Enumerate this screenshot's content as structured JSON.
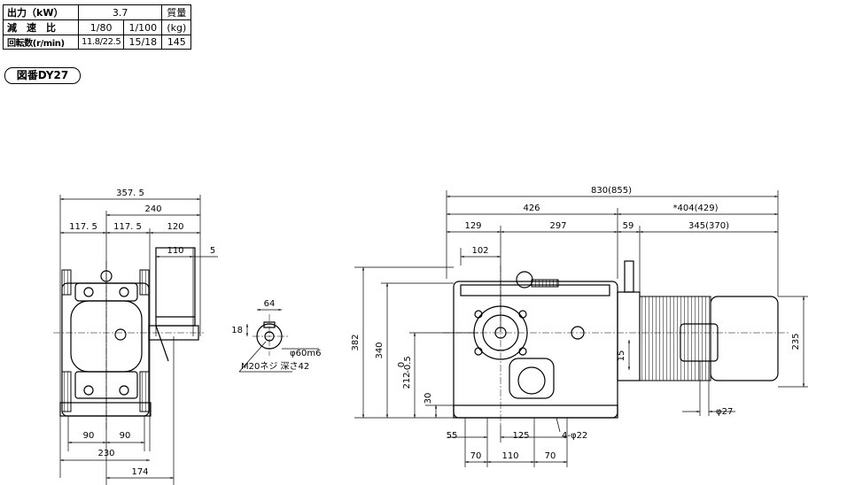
{
  "spec_table": {
    "row1": {
      "label": "出力（kW）",
      "value": "3.7",
      "mass_header": "質量"
    },
    "row2": {
      "label": "減　速　比",
      "ratio_a": "1/80",
      "ratio_b": "1/100",
      "mass_unit": "(kg)"
    },
    "row3": {
      "label": "回転数(r/min)",
      "speed_a": "11.8/22.5",
      "speed_b": "15/18",
      "mass_value": "145"
    }
  },
  "figure_badge": "図番DY27",
  "front_view": {
    "dims": {
      "overall_width": "357. 5",
      "shaft_span": "240",
      "left_offset": "117. 5",
      "center_offset": "117. 5",
      "shaft_ext": "120",
      "shaft_len": "110",
      "shaft_end": "5",
      "foot_left": "90",
      "foot_right": "90",
      "foot_total": "230",
      "to_shaft_end": "174"
    }
  },
  "shaft_detail": {
    "key_depth": "18",
    "key_offset": "64",
    "shaft_dia": "φ60m6",
    "thread": "M20ネジ 深さ42"
  },
  "side_view": {
    "dims": {
      "overall_length": "830(855)",
      "gear_length": "426",
      "motor_length": "*404(429)",
      "to_input": "129",
      "input_to_flange": "297",
      "flange_gap": "59",
      "motor_body": "345(370)",
      "output_offset": "102",
      "total_height": "382",
      "body_height": "340",
      "center_height": "212",
      "center_tol_upper": "0",
      "center_tol_lower": "-0.5",
      "base_height": "30",
      "motor_axis_drop": "15",
      "motor_height": "235",
      "motor_hole": "φ27",
      "base_front": "55",
      "base_mid": "125",
      "bolt_holes": "4-φ22",
      "foot_a": "70",
      "foot_b": "110",
      "foot_c": "70"
    }
  }
}
